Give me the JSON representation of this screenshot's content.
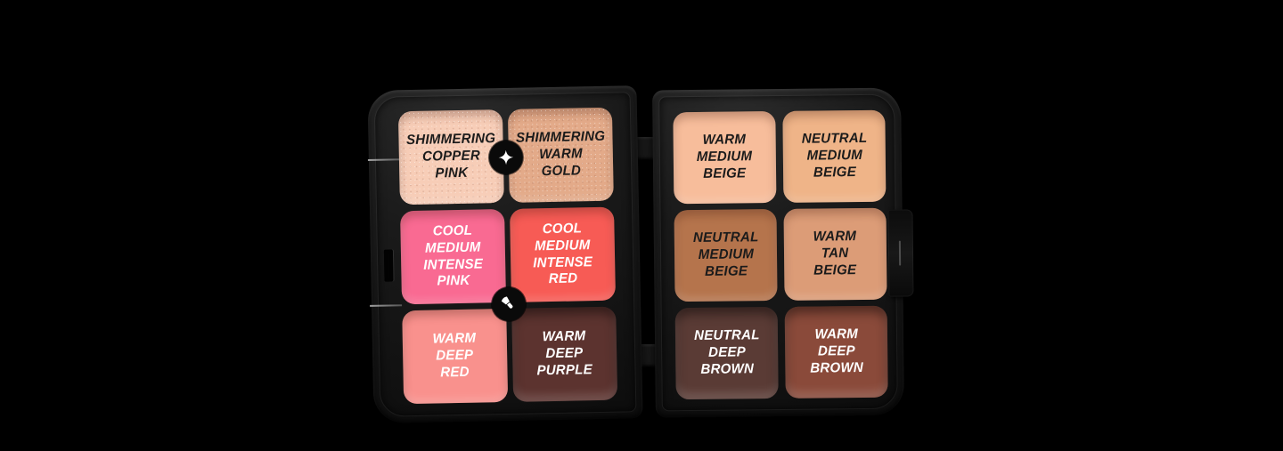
{
  "scene": {
    "background_color": "#000000",
    "case_color": "#1a1a1a",
    "pan_border_color": "#f2eee9"
  },
  "icons": {
    "sparkle_badge": "four-point-sparkle-icon",
    "brush_badge": "makeup-brush-icon"
  },
  "left_palette": {
    "pans": [
      {
        "name": "shimmering-copper-pink",
        "label": "SHIMMERING\nCOPPER\nPINK",
        "color": "#F7CDB7",
        "text_color": "#1B1B1B",
        "finish": "shimmer"
      },
      {
        "name": "shimmering-warm-gold",
        "label": "SHIMMERING\nWARM\nGOLD",
        "color": "#E3AA89",
        "text_color": "#1B1B1B",
        "finish": "shimmer"
      },
      {
        "name": "cool-medium-intense-pink",
        "label": "COOL\nMEDIUM\nINTENSE\nPINK",
        "color": "#F96A92",
        "text_color": "#FFFFFF",
        "finish": "cream"
      },
      {
        "name": "cool-medium-intense-red",
        "label": "COOL\nMEDIUM\nINTENSE\nRED",
        "color": "#F75B55",
        "text_color": "#FFFFFF",
        "finish": "cream"
      },
      {
        "name": "warm-deep-red",
        "label": "WARM\nDEEP\nRED",
        "color": "#F9918D",
        "text_color": "#FFFFFF",
        "finish": "cream"
      },
      {
        "name": "warm-deep-purple",
        "label": "WARM\nDEEP\nPURPLE",
        "color": "#5C332F",
        "text_color": "#FFFFFF",
        "finish": "cream"
      }
    ]
  },
  "right_palette": {
    "pans": [
      {
        "name": "warm-medium-beige",
        "label": "WARM\nMEDIUM\nBEIGE",
        "color": "#F7BD9B",
        "text_color": "#1B1B1B",
        "finish": "cream"
      },
      {
        "name": "neutral-medium-beige",
        "label": "NEUTRAL\nMEDIUM\nBEIGE",
        "color": "#EFB488",
        "text_color": "#1B1B1B",
        "finish": "cream"
      },
      {
        "name": "neutral-medium-beige-deep",
        "label": "NEUTRAL\nMEDIUM\nBEIGE",
        "color": "#B5744C",
        "text_color": "#1B1B1B",
        "finish": "cream"
      },
      {
        "name": "warm-tan-beige",
        "label": "WARM\nTAN\nBEIGE",
        "color": "#DC9C77",
        "text_color": "#1B1B1B",
        "finish": "cream"
      },
      {
        "name": "neutral-deep-brown",
        "label": "NEUTRAL\nDEEP\nBROWN",
        "color": "#5A3B35",
        "text_color": "#FFFFFF",
        "finish": "cream"
      },
      {
        "name": "warm-deep-brown",
        "label": "WARM\nDEEP\nBROWN",
        "color": "#8A4A3A",
        "text_color": "#FFFFFF",
        "finish": "cream"
      }
    ]
  }
}
